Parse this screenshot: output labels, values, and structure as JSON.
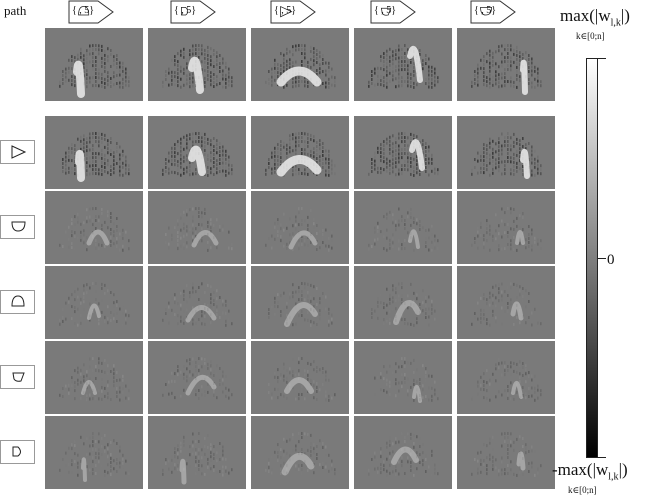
{
  "corner_label": "path",
  "columns": [
    {
      "shape": "arch",
      "label": "{ , 5}"
    },
    {
      "shape": "rounded-flag",
      "label": "{ , 5}"
    },
    {
      "shape": "triangle",
      "label": "{ , 5}"
    },
    {
      "shape": "cup-small",
      "label": "{ , 5}"
    },
    {
      "shape": "cup",
      "label": "{ , 5}"
    }
  ],
  "rows": [
    {
      "key": null
    },
    {
      "key": "triangle"
    },
    {
      "key": "cup"
    },
    {
      "key": "arch"
    },
    {
      "key": "cup-small"
    },
    {
      "key": "rounded-flag"
    }
  ],
  "colorbar": {
    "top_label": "max(|w",
    "top_sub_index": "l,k",
    "top_close": "|)",
    "top_range": "k∈[0;n]",
    "mid_label": "0",
    "bottom_label": "-max(|w",
    "bottom_sub_index": "l,k",
    "bottom_close": "|)",
    "bottom_range": "k∈[0;n]",
    "colors": {
      "high": "#ffffff",
      "mid": "#7f7f7f",
      "low": "#000000"
    }
  },
  "palette": {
    "tile_bg": "#7a7a7a",
    "dome_dark": "#4a4a4a",
    "highlight": "#e8e8e8"
  }
}
